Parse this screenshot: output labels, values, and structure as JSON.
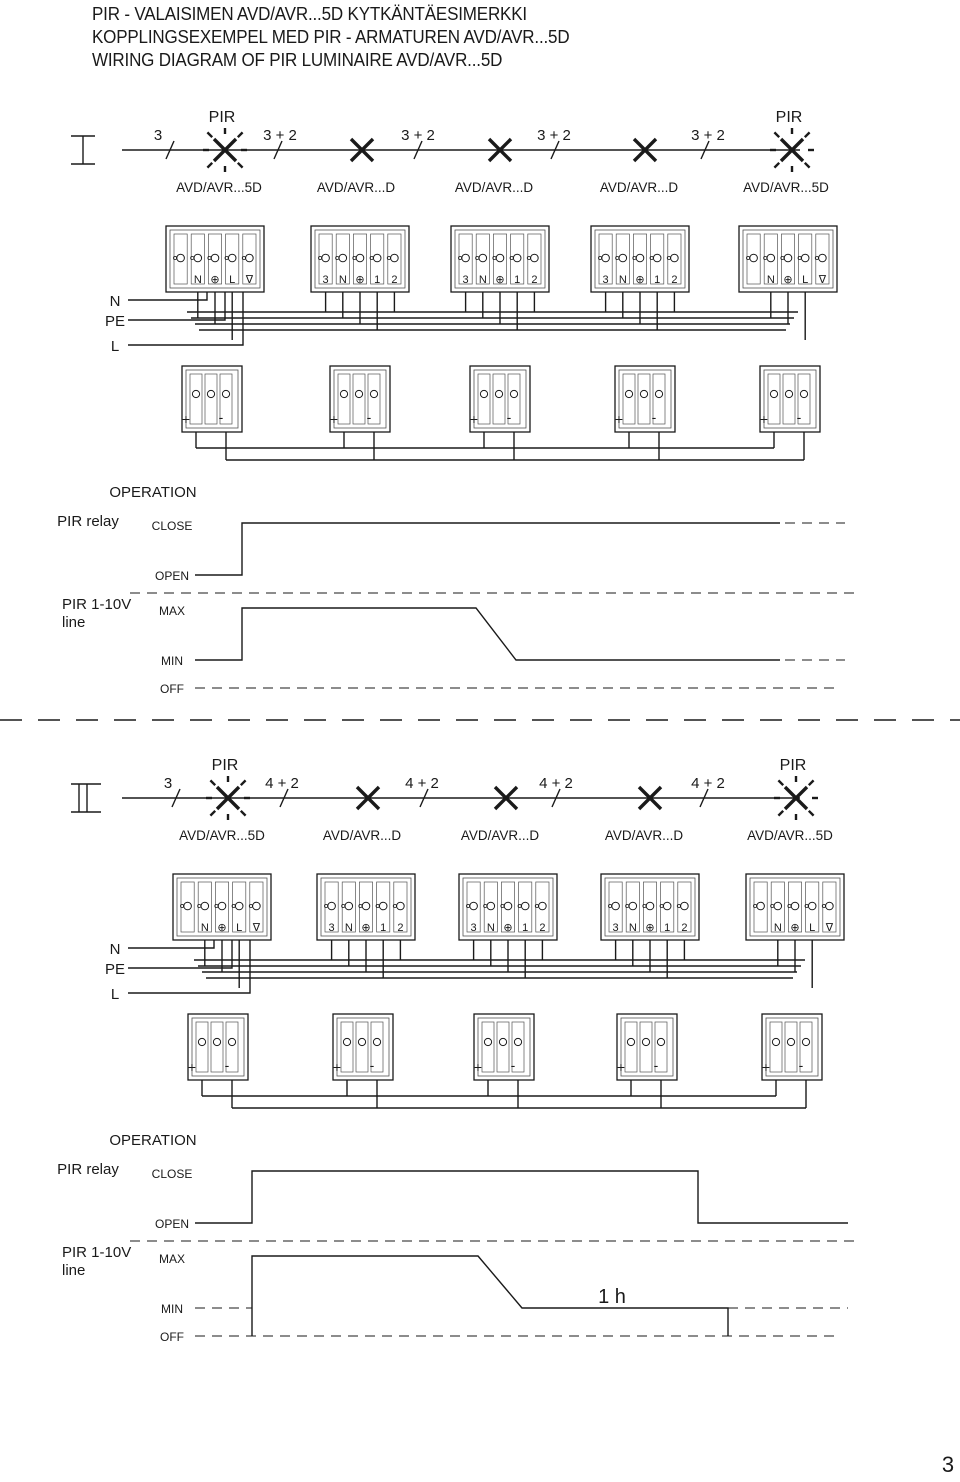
{
  "titles": [
    "PIR - VALAISIMEN AVD/AVR...5D KYTKÄNTÄESIMERKKI",
    "KOPPLINGSEXEMPEL MED PIR - ARMATUREN AVD/AVR...5D",
    "WIRING DIAGRAM OF PIR LUMINAIRE AVD/AVR...5D"
  ],
  "page_number": "3",
  "sections": [
    {
      "roman": "I",
      "pir_label": "PIR",
      "wire_labels": [
        "3",
        "3 + 2",
        "3 + 2",
        "3 + 2",
        "3 + 2"
      ],
      "luminaires": [
        {
          "label": "AVD/AVR...5D",
          "type": "pir"
        },
        {
          "label": "AVD/AVR...D",
          "type": "plain"
        },
        {
          "label": "AVD/AVR...D",
          "type": "plain"
        },
        {
          "label": "AVD/AVR...D",
          "type": "plain"
        },
        {
          "label": "AVD/AVR...5D",
          "type": "pir"
        }
      ],
      "supply_labels": [
        "N",
        "PE",
        "L"
      ],
      "pir_terminals": [
        "N",
        "⊕",
        "L",
        "∇"
      ],
      "plain_terminals": [
        "3",
        "N",
        "⊕",
        "1",
        "2"
      ],
      "dim_terminals": [
        "+",
        "-"
      ],
      "operation": {
        "title": "OPERATION",
        "relay_label": "PIR relay",
        "line_label": "PIR 1-10V line",
        "levels": {
          "close": "CLOSE",
          "open": "OPEN",
          "max": "MAX",
          "min": "MIN",
          "off": "OFF"
        },
        "time_note": ""
      }
    },
    {
      "roman": "II",
      "pir_label": "PIR",
      "wire_labels": [
        "3",
        "4 + 2",
        "4 + 2",
        "4 + 2",
        "4 + 2"
      ],
      "luminaires": [
        {
          "label": "AVD/AVR...5D",
          "type": "pir"
        },
        {
          "label": "AVD/AVR...D",
          "type": "plain"
        },
        {
          "label": "AVD/AVR...D",
          "type": "plain"
        },
        {
          "label": "AVD/AVR...D",
          "type": "plain"
        },
        {
          "label": "AVD/AVR...5D",
          "type": "pir"
        }
      ],
      "supply_labels": [
        "N",
        "PE",
        "L"
      ],
      "pir_terminals": [
        "N",
        "⊕",
        "L",
        "∇"
      ],
      "plain_terminals": [
        "3",
        "N",
        "⊕",
        "1",
        "2"
      ],
      "dim_terminals": [
        "+",
        "-"
      ],
      "operation": {
        "title": "OPERATION",
        "relay_label": "PIR relay",
        "line_label": "PIR 1-10V line",
        "levels": {
          "close": "CLOSE",
          "open": "OPEN",
          "max": "MAX",
          "min": "MIN",
          "off": "OFF"
        },
        "time_note": "1 h"
      }
    }
  ]
}
